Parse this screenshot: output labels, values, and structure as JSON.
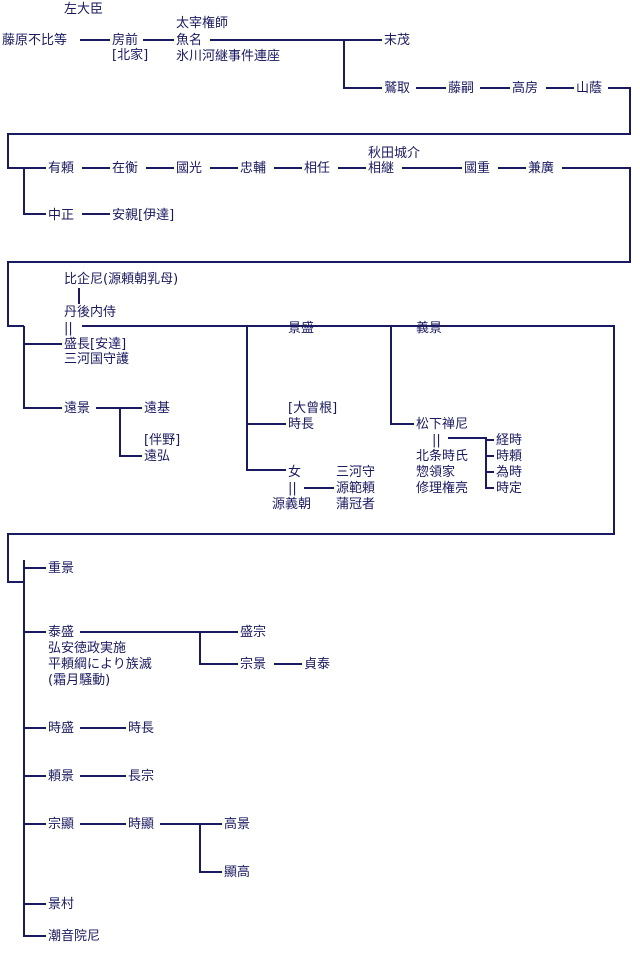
{
  "names": {
    "sadaijin": "左大臣",
    "fubito": "藤原不比等",
    "fusasaki": "房前",
    "hokke": "[北家]",
    "uona_title": "太宰権師",
    "uona": "魚名",
    "uona_note": "氷川河継事件連座",
    "suemochi": "末茂",
    "washitori": "鷲取",
    "fujitsugu": "藤嗣",
    "takafusa": "高房",
    "yamakage": "山蔭",
    "arisuke": "有頼",
    "arihira": "在衡",
    "kunimitsu": "國光",
    "tadasuke": "忠輔",
    "suketo": "相任",
    "akita_title": "秋田城介",
    "sukeyoshi": "相継",
    "kunishige": "國重",
    "kanehiro": "兼廣",
    "nakamasa": "中正",
    "yasuchika": "安親[伊達]",
    "hikinoama": "比企尼(源頼朝乳母)",
    "tango": "丹後内侍",
    "morinaga": "盛長[安達]",
    "mikawa_shugo": "三河国守護",
    "kagemori": "景盛",
    "yoshikage": "義景",
    "tookage": "遠景",
    "tomoto": "遠基",
    "tomo_clan": "[伴野]",
    "tohiro": "遠弘",
    "osone_clan": "[大曾根]",
    "tokinaga1": "時長",
    "matsushita": "松下禅尼",
    "tokiuji": "北条時氏",
    "soryoke": "惣領家",
    "shuri": "修理権亮",
    "tsunetoki": "経時",
    "tokiyori": "時頼",
    "tametoki": "為時",
    "tokisada": "時定",
    "onna": "女",
    "yoritomo": "源義朝",
    "mikawa_kami": "三河守",
    "noriyori": "源範頼",
    "kaja": "蒲冠者",
    "shigekage": "重景",
    "yasumori": "泰盛",
    "yasumori_n1": "弘安徳政実施",
    "yasumori_n2": "平頼綱により族滅",
    "yasumori_n3": "(霜月騒動)",
    "morimune": "盛宗",
    "munekage": "宗景",
    "sadayasu": "貞泰",
    "tokimori": "時盛",
    "tokinaga2": "時長",
    "yorikage": "頼景",
    "nagamune": "長宗",
    "muneaki": "宗顯",
    "tokiaki": "時顯",
    "takakage": "高景",
    "akitaka": "顯高",
    "kagemura": "景村",
    "choonin": "潮音院尼"
  },
  "marriage_symbol": "||",
  "colors": {
    "line": "#1a1a60",
    "text": "#1a1a60"
  }
}
